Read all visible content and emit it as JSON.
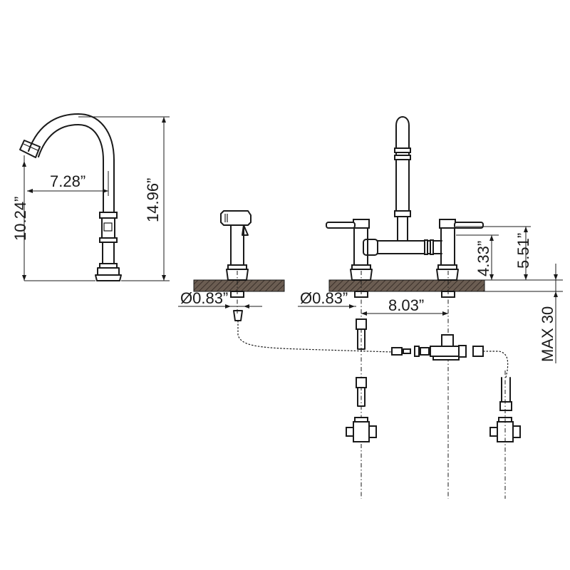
{
  "dimensions": {
    "spout_reach": "7.28”",
    "spout_outlet_height": "10.24”",
    "overall_height": "14.96”",
    "sprayer_hole": "Ø0.83”",
    "faucet_hole": "Ø0.83”",
    "center_spacing": "8.03”",
    "handle_height": "4.33”",
    "lever_height": "5.51”",
    "max_deck": "MAX 30"
  },
  "colors": {
    "line": "#1a1a1a",
    "counter_hatch": "#4a4038"
  }
}
